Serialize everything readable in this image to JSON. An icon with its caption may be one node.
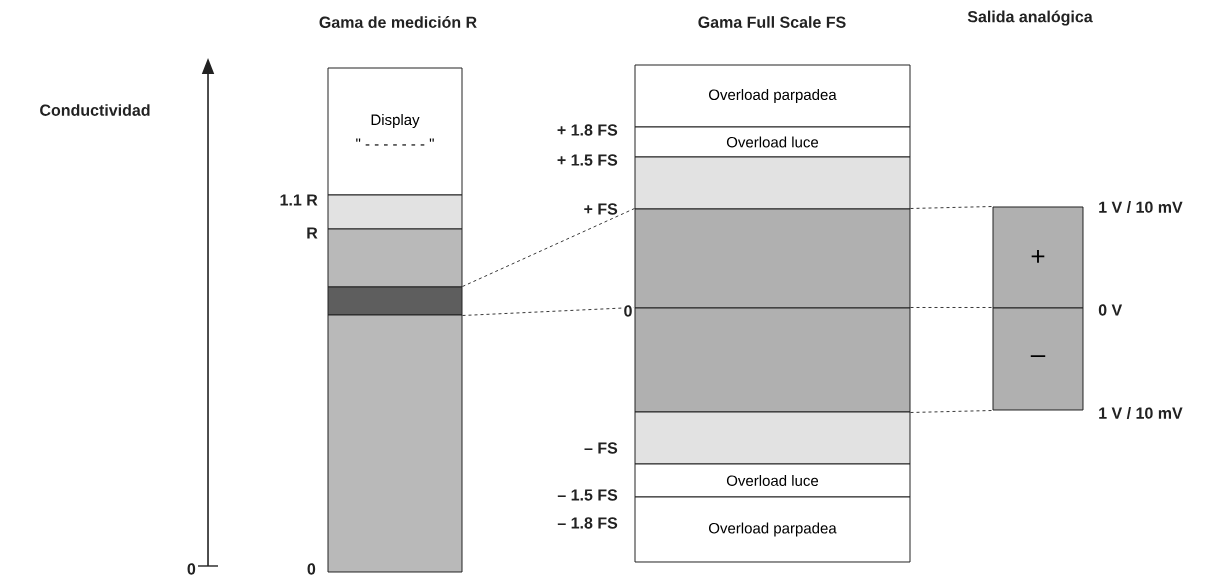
{
  "diagram": {
    "nodes": [
      {
        "text": [
          "Display",
          "\" - - - - - - - \""
        ]
      },
      {
        "text": [],
        "shape": "box"
      },
      {
        "text": [],
        "shape": "box"
      },
      {
        "text": [],
        "shape": "box"
      },
      {
        "text": [],
        "shape": "box"
      },
      {
        "text": [
          "Overload parpadea"
        ]
      },
      {
        "text": [
          "Overload luce"
        ]
      },
      {
        "text": [],
        "shape": "box"
      },
      {
        "text": [],
        "shape": "box"
      },
      {
        "text": [],
        "shape": "box"
      },
      {
        "text": [],
        "shape": "box"
      },
      {
        "text": [
          "Overload luce"
        ]
      },
      {
        "text": [
          "Overload parpadea"
        ]
      },
      {
        "text": [
          "+"
        ]
      },
      {
        "text": [
          "–"
        ]
      }
    ],
    "edges": [
      {
        "from": 3,
        "to": 8,
        "arrow": "none",
        "style": "dashed"
      },
      {
        "from": 3,
        "to": 9,
        "arrow": "none",
        "style": "dashed"
      },
      {
        "from": 8,
        "to": 13,
        "arrow": "none",
        "style": "dashed"
      },
      {
        "from": 9,
        "to": 14,
        "arrow": "none",
        "style": "dashed"
      },
      {
        "from": 9,
        "to": 14,
        "arrow": "none",
        "style": "dashed"
      }
    ],
    "labels": [
      "Gama de medición R",
      "Gama Full Scale FS",
      "Salida analógica",
      "Conductividad",
      "0",
      "0",
      "1.1 R",
      "R",
      "+ 1.8 FS",
      "+ 1.5 FS",
      "+ FS",
      "0",
      "– FS",
      "– 1.5 FS",
      "– 1.8 FS",
      "1 V / 10 mV",
      "0 V",
      "1 V / 10 mV"
    ]
  }
}
